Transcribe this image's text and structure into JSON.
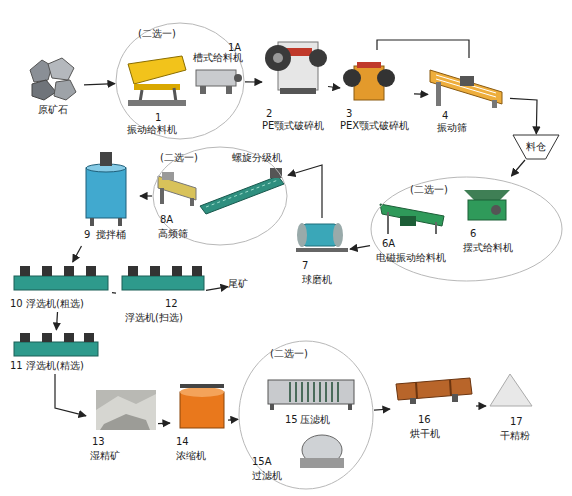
{
  "diagram": {
    "nodes": [
      {
        "text": [
          "原矿石"
        ]
      },
      {
        "text": [
          "(二选一)"
        ]
      },
      {
        "text": [
          "1",
          "振动给料机"
        ],
        "in": 1
      },
      {
        "text": [
          "1A",
          "槽式给料机"
        ],
        "in": 1
      },
      {
        "text": [
          "2",
          "PE颚式破碎机"
        ]
      },
      {
        "text": [
          "3",
          "PEX颚式破碎机"
        ]
      },
      {
        "text": [
          "4",
          "振动筛"
        ]
      },
      {
        "text": [
          "料仓"
        ]
      },
      {
        "text": [
          "(二选一)"
        ]
      },
      {
        "text": [
          "6",
          "摆式给料机"
        ],
        "in": 8
      },
      {
        "text": [
          "6A",
          "电磁振动给料机"
        ],
        "in": 8
      },
      {
        "text": [
          "7",
          "球磨机"
        ]
      },
      {
        "text": [
          "(二选一)"
        ]
      },
      {
        "text": [
          "螺旋分级机"
        ],
        "in": 12
      },
      {
        "text": [
          "8A",
          "高频筛"
        ],
        "in": 12
      },
      {
        "text": [
          "9",
          "搅拌桶"
        ]
      },
      {
        "text": [
          "10",
          "浮选机(粗选)"
        ]
      },
      {
        "text": [
          "12",
          "浮选机(扫选)"
        ]
      },
      {
        "text": [
          "尾矿"
        ]
      },
      {
        "text": [
          "11",
          "浮选机(精选)"
        ]
      },
      {
        "text": [
          "13",
          "湿精矿"
        ]
      },
      {
        "text": [
          "14",
          "浓缩机"
        ]
      },
      {
        "text": [
          "(二选一)"
        ]
      },
      {
        "text": [
          "15",
          "压滤机"
        ],
        "in": 22
      },
      {
        "text": [
          "15A",
          "过滤机"
        ],
        "in": 22
      },
      {
        "text": [
          "16",
          "烘干机"
        ]
      },
      {
        "text": [
          "17",
          "干精粉"
        ]
      }
    ],
    "edges": [
      {
        "from": 0,
        "to": 1,
        "arrow": "to"
      },
      {
        "from": 1,
        "to": 4,
        "arrow": "to"
      },
      {
        "from": 4,
        "to": 5,
        "arrow": "to"
      },
      {
        "from": 5,
        "to": 6,
        "arrow": "to"
      },
      {
        "from": 6,
        "to": 5,
        "arrow": "none"
      },
      {
        "from": 6,
        "to": 7,
        "arrow": "to"
      },
      {
        "from": 7,
        "to": 8,
        "arrow": "to"
      },
      {
        "from": 8,
        "to": 11,
        "arrow": "to"
      },
      {
        "from": 11,
        "to": 12,
        "arrow": "to"
      },
      {
        "from": 12,
        "to": 15,
        "arrow": "to"
      },
      {
        "from": 15,
        "to": 16,
        "arrow": "to"
      },
      {
        "from": 16,
        "to": 17,
        "arrow": "none"
      },
      {
        "from": 17,
        "to": 18,
        "arrow": "to"
      },
      {
        "from": 16,
        "to": 19,
        "arrow": "to"
      },
      {
        "from": 19,
        "to": 20,
        "arrow": "to"
      },
      {
        "from": 20,
        "to": 21,
        "arrow": "to"
      },
      {
        "from": 21,
        "to": 22,
        "arrow": "to"
      },
      {
        "from": 22,
        "to": 25,
        "arrow": "to"
      },
      {
        "from": 25,
        "to": 26,
        "arrow": "to"
      }
    ]
  }
}
